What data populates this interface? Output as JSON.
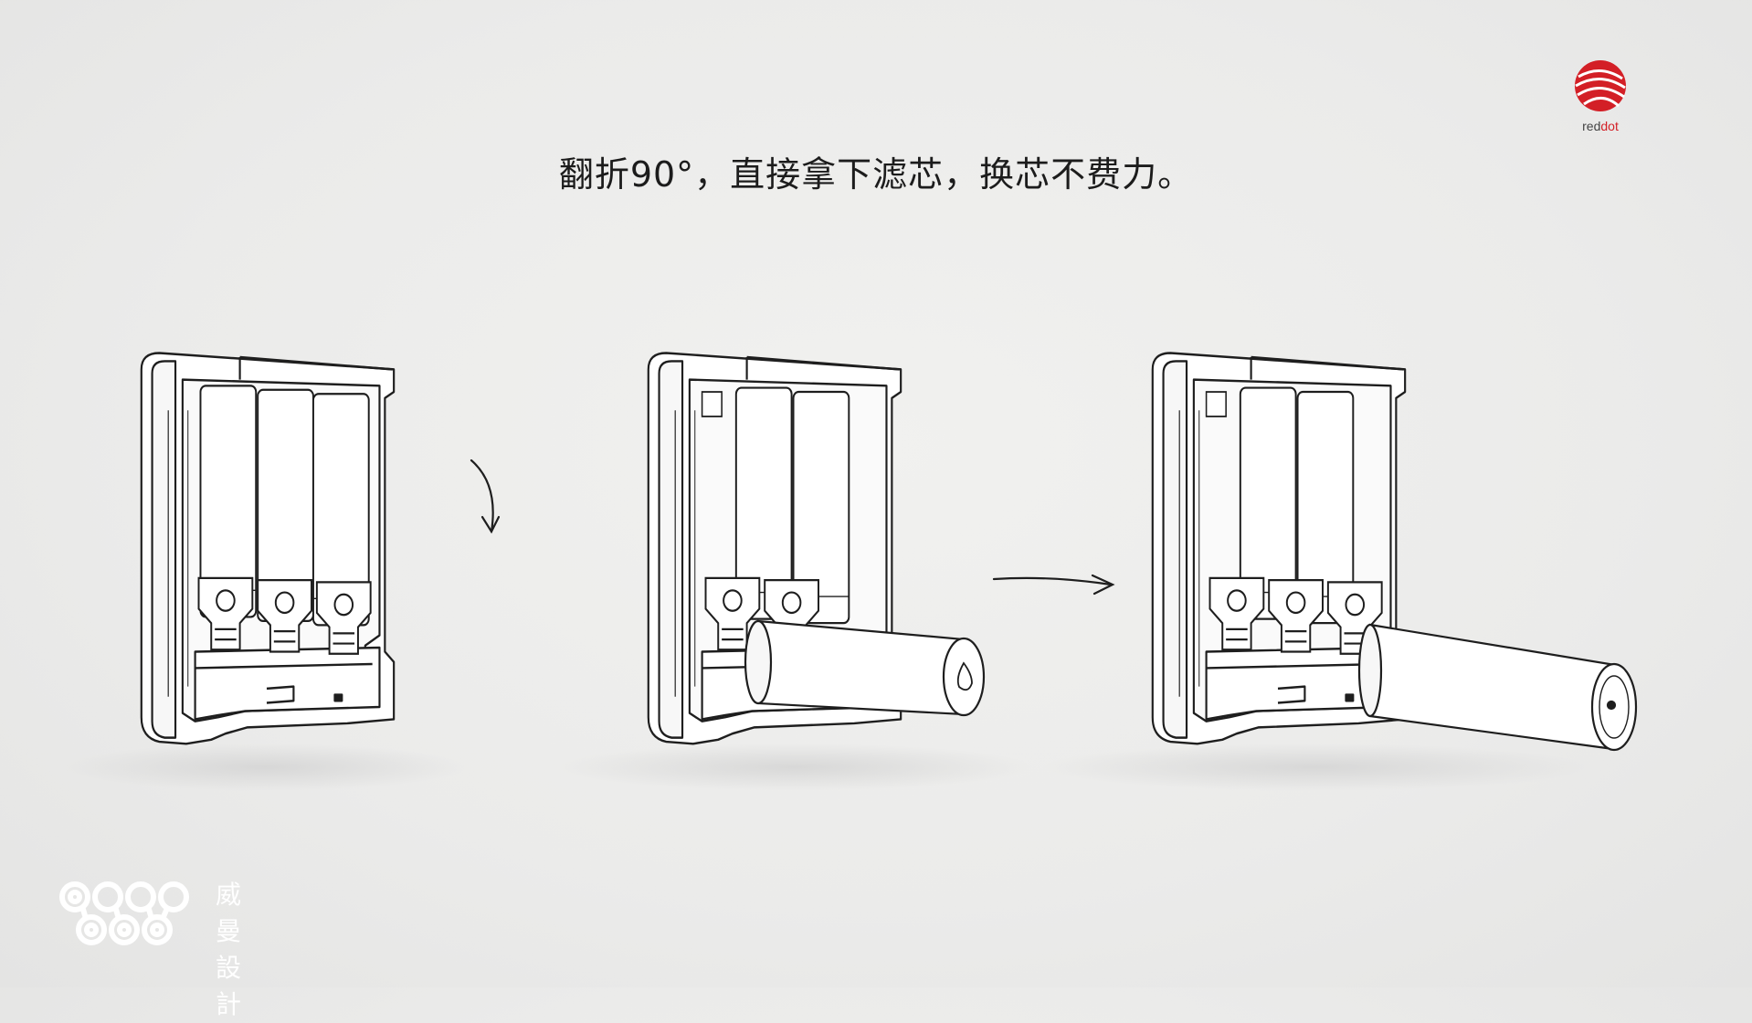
{
  "headline": "翻折90°，直接拿下滤芯，换芯不费力。",
  "badge": {
    "word_prefix": "red",
    "word_accent": "dot",
    "accent_color": "#d31f26"
  },
  "brand": {
    "line1": "威 曼",
    "line2": "設 計"
  },
  "illustrations": [
    {
      "step": "filters-installed"
    },
    {
      "step": "filter-folded-out"
    },
    {
      "step": "filter-removed"
    }
  ],
  "arrows": [
    {
      "direction": "down-curve"
    },
    {
      "direction": "right"
    }
  ]
}
